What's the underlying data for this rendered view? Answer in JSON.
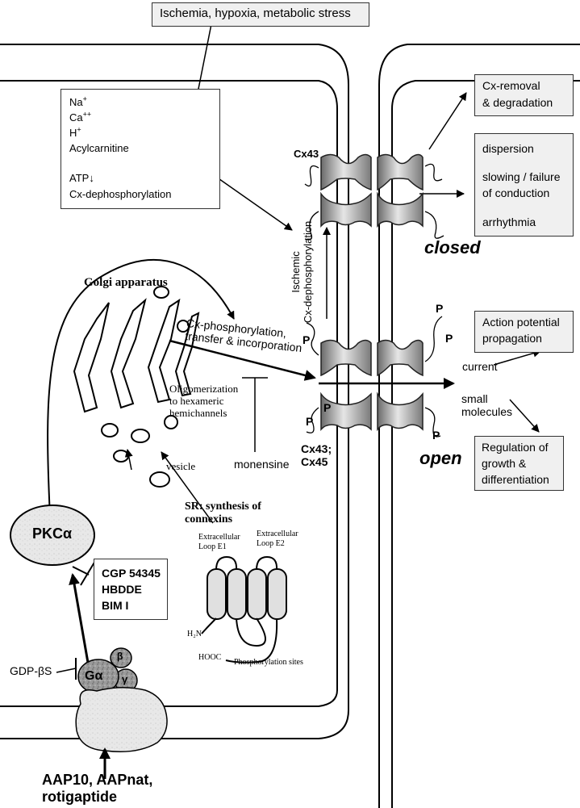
{
  "top_box": "Ischemia, hypoxia, metabolic stress",
  "ions": {
    "na_base": "Na",
    "na_sup": "+",
    "ca_base": "Ca",
    "ca_sup": "++",
    "h_base": "H",
    "h_sup": "+",
    "acyl": "Acylcarnitine",
    "up_arrow": "↑",
    "atp": "ATP",
    "down_arrow": "↓",
    "dephos": "Cx-dephosphorylation"
  },
  "cx43_top": "Cx43",
  "removal": [
    "Cx-removal",
    "& degradation"
  ],
  "effects": [
    "dispersion",
    "slowing / failure",
    "of conduction",
    "arrhythmia"
  ],
  "closed": "closed",
  "open": "open",
  "ischemic_dephos": [
    "Ischemic",
    "Cx-dephosphorylation"
  ],
  "golgi": "Golgi apparatus",
  "phos_transfer": [
    "Cx-phosphorylation,",
    "transfer & incorporation"
  ],
  "oligomer": [
    "Oligomerization",
    "to hexameric",
    "hemichannels"
  ],
  "monensine": "monensine",
  "vesicle": "vesicle",
  "p_label": "P",
  "cx43_cx45": [
    "Cx43;",
    "Cx45"
  ],
  "ap_box": [
    "Action potential",
    "propagation"
  ],
  "current": "current",
  "small_molecules": [
    "small",
    "molecules"
  ],
  "growth_box": [
    "Regulation of",
    "growth &",
    "differentiation"
  ],
  "sr": [
    "SR: synthesis of",
    "connexins"
  ],
  "loop_e1": [
    "Extracellular",
    "Loop E1"
  ],
  "loop_e2": [
    "Extracellular",
    "Loop E2"
  ],
  "h2n": "H₂N",
  "hooc": "HOOC",
  "phos_sites": "Phosphorylation sites",
  "pkc": "PKCα",
  "inhibitors": [
    "CGP 54345",
    "HBDDE",
    "BIM I"
  ],
  "gdp": "GDP-βS",
  "g_alpha": "Gα",
  "g_beta": "β",
  "g_gamma": "γ",
  "agonists": [
    "AAP10, AAPnat,",
    "rotigaptide"
  ]
}
